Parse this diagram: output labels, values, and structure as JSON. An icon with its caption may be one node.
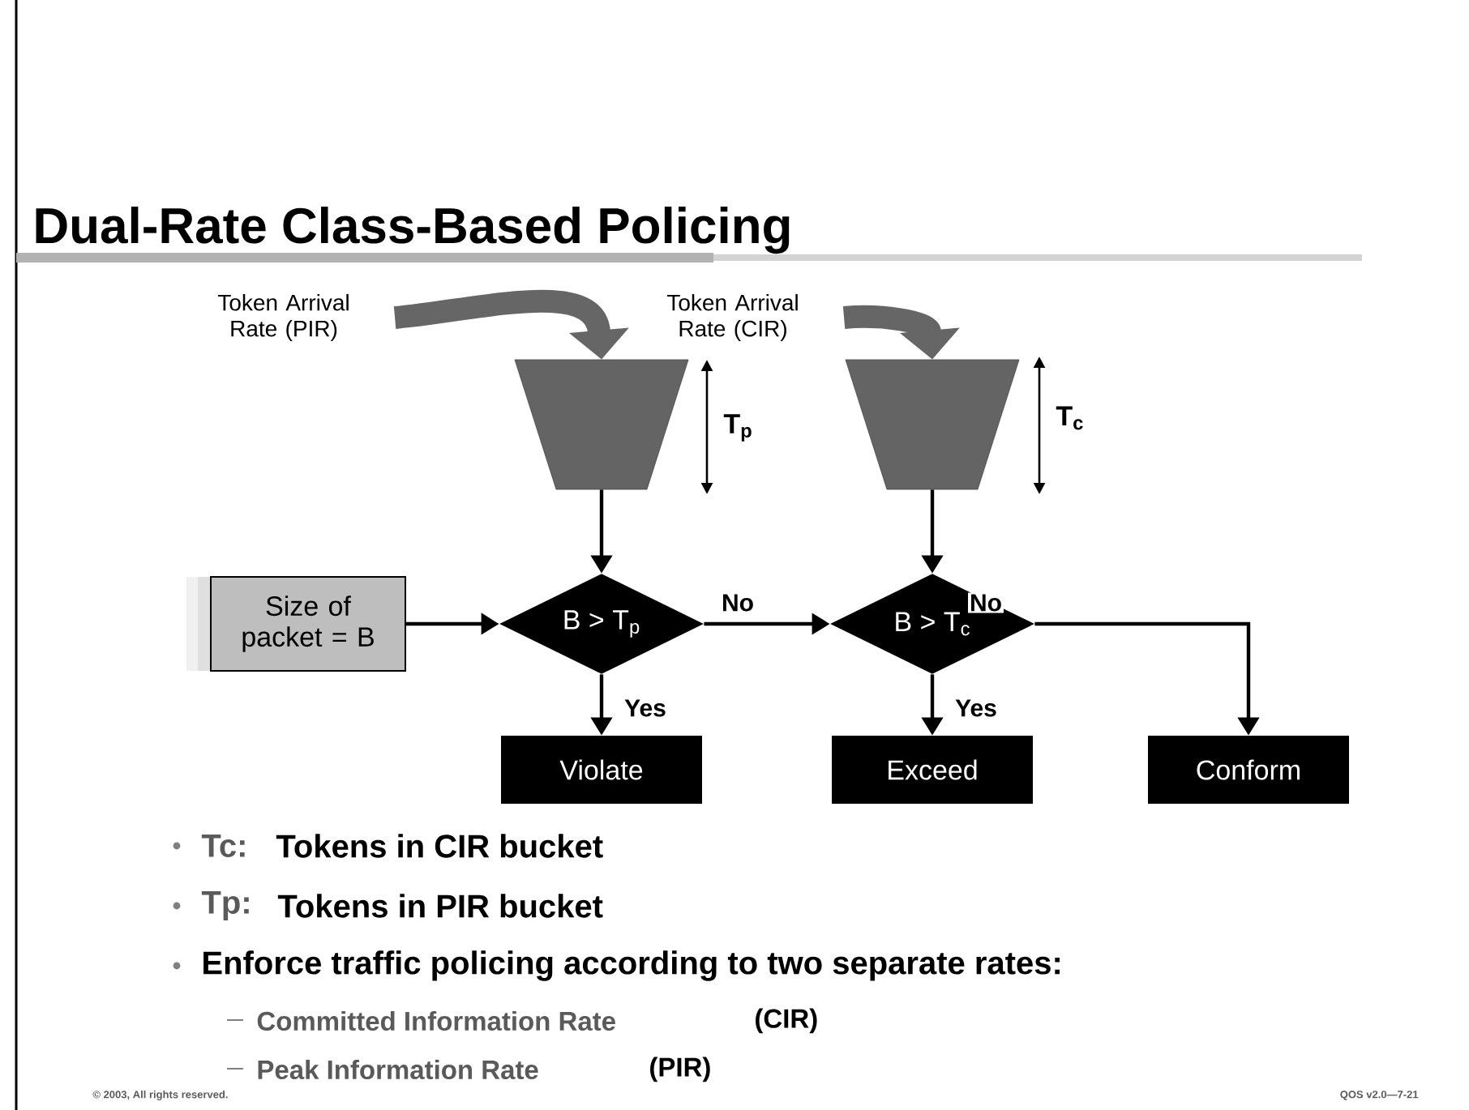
{
  "diagram": {
    "title": "Dual-Rate Class-Based Policing",
    "nodes": [
      {
        "text": [
          "Token Arrival Rate (PIR)"
        ]
      },
      {
        "text": [],
        "shape": "trapezoid"
      },
      {
        "text": [
          "Token Arrival Rate (CIR)"
        ]
      },
      {
        "text": [],
        "shape": "trapezoid"
      },
      {
        "text": [
          "Size of packet = B"
        ]
      },
      {
        "text": [
          "B > T$_{p}$"
        ]
      },
      {
        "text": [
          "B > T$_{c}$"
        ]
      },
      {
        "text": [
          "Violate"
        ]
      },
      {
        "text": [
          "Exceed"
        ]
      },
      {
        "text": [
          "Conform"
        ]
      }
    ],
    "edges": [
      {
        "from": 0,
        "to": 1,
        "arrow": "to",
        "style": "thick",
        "color": "#666666"
      },
      {
        "from": 2,
        "to": 3,
        "arrow": "to",
        "style": "thick",
        "color": "#666666"
      },
      {
        "from": 1,
        "to": 5,
        "arrow": "to"
      },
      {
        "from": 3,
        "to": 6,
        "arrow": "to"
      },
      {
        "from": 4,
        "to": 5,
        "arrow": "to"
      },
      {
        "from": 5,
        "to": 6,
        "arrow": "to",
        "label": "No"
      },
      {
        "from": 5,
        "to": 7,
        "arrow": "to",
        "label": "Yes"
      },
      {
        "from": 6,
        "to": 8,
        "arrow": "to",
        "label": "Yes"
      },
      {
        "from": 6,
        "to": 9,
        "arrow": "to",
        "label": "No"
      }
    ],
    "labels": [
      "T$_{p}$",
      "T$_{c}$",
      "Tc:",
      "Tokens in CIR bucket",
      "Tp:",
      "Tokens in PIR bucket",
      "Enforce traffic policing according to two separate rates:",
      "Committed Information Rate",
      "(CIR)",
      "Peak Information Rate",
      "(PIR)",
      "© 2003, All rights reserved.",
      "QOS v2.0—7-21"
    ]
  }
}
